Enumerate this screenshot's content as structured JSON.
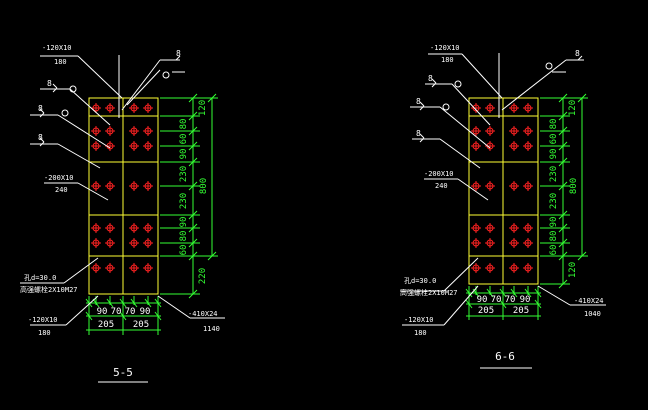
{
  "colors": {
    "background": "#000000",
    "plate_outline": "#ffff33",
    "dimension": "#33ff33",
    "leader": "#ffffff",
    "bolt_hole": "#ff2222"
  },
  "sections": [
    {
      "label": "5-5",
      "plate_top_label": "-120X10",
      "plate_top_length": "180",
      "weld_size": "8",
      "web_plate_label": "-200X10",
      "web_plate_length": "240",
      "bolt_note_line1": "孔d=30.0",
      "bolt_note_line2": "高强螺栓2X10M27",
      "bottom_plate_label": "-120X10",
      "bottom_plate_length": "180",
      "right_plate_label": "-410X24",
      "right_plate_length": "1140",
      "right_dims": [
        "120",
        "80",
        "60",
        "90",
        "230",
        "230",
        "90",
        "80",
        "60",
        "220"
      ],
      "total_dim": "800",
      "bottom_dims": [
        "90",
        "70",
        "70",
        "90"
      ],
      "bottom_half_dims": [
        "205",
        "205"
      ]
    },
    {
      "label": "6-6",
      "plate_top_label": "-120X10",
      "plate_top_length": "180",
      "weld_size": "8",
      "web_plate_label": "-200X10",
      "web_plate_length": "240",
      "bolt_note_line1": "孔d=30.0",
      "bolt_note_line2": "高强螺栓2X10M27",
      "bottom_plate_label": "-120X10",
      "bottom_plate_length": "180",
      "right_plate_label": "-410X24",
      "right_plate_length": "1040",
      "right_dims": [
        "120",
        "80",
        "60",
        "90",
        "230",
        "230",
        "90",
        "80",
        "60",
        "120"
      ],
      "total_dim": "800",
      "bottom_dims": [
        "90",
        "70",
        "70",
        "90"
      ],
      "bottom_half_dims": [
        "205",
        "205"
      ]
    }
  ]
}
